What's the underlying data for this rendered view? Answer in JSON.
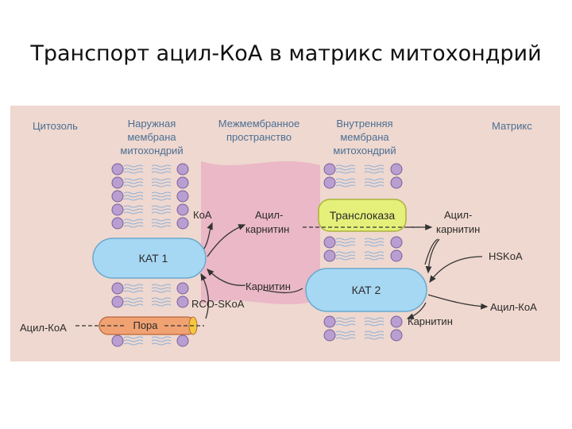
{
  "title": "Транспорт ацил-КоА в матрикс митохондрий",
  "colors": {
    "background": "#efd8cf",
    "intermembrane_band": "#e9b3c4",
    "lipid_head": "#b99ed2",
    "lipid_head_stroke": "#7a5f98",
    "lipid_tail": "#8fb0d8",
    "enzyme_blue": "#a7d8f3",
    "enzyme_blue_stroke": "#6aa9cf",
    "translocase_yellow": "#e5f07a",
    "translocase_stroke": "#a9b33a",
    "pore_orange": "#f0a273",
    "label_blue": "#4b6f94",
    "text_dark": "#2a2a2a",
    "arrow": "#333333"
  },
  "regions": {
    "cytosol": "Цитозоль",
    "outer_membrane": [
      "Наружная",
      "мембрана",
      "митохондрий"
    ],
    "intermembrane": [
      "Межмембранное",
      "пространство"
    ],
    "inner_membrane": [
      "Внутренняя",
      "мембрана",
      "митохондрий"
    ],
    "matrix": "Матрикс"
  },
  "enzymes": {
    "kat1": "КАТ 1",
    "kat2": "КАТ 2",
    "translocase": "Транслоказа",
    "pore": "Пора"
  },
  "molecules": {
    "acyl_coa_in": "Ацил-КоА",
    "koa": "КоА",
    "acyl_carnitine_left": [
      "Ацил-",
      "карнитин"
    ],
    "carnitine_mid": "Карнитин",
    "rco_skoa": "RCO-SKoA",
    "acyl_carnitine_right": [
      "Ацил-",
      "карнитин"
    ],
    "hskoa": "HSKoA",
    "acyl_coa_out": "Ацил-КоА",
    "carnitine_matrix": "Карнитин"
  }
}
